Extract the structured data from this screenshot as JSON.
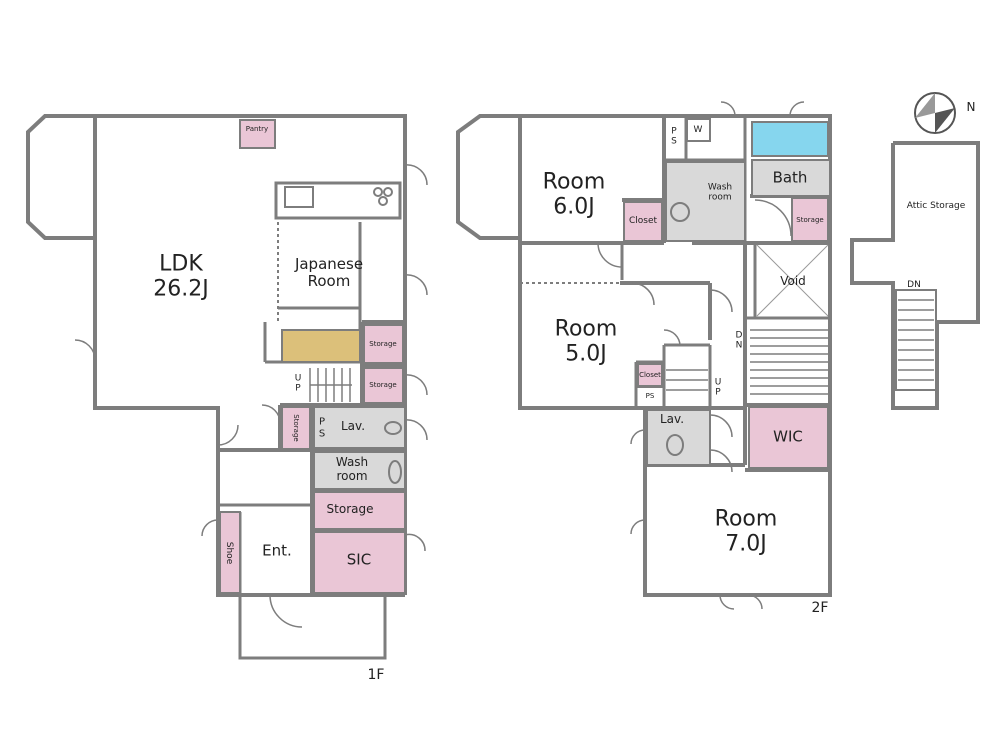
{
  "colors": {
    "wall": "#7d7d7d",
    "storage_fill": "#eac6d6",
    "wet_fill": "#d9d9d9",
    "tatami_fill": "#dcc07a",
    "bath_fill": "#86d6ee"
  },
  "compass": {
    "label": "N",
    "icon": "compass-icon"
  },
  "floor1": {
    "label": "1F",
    "rooms": {
      "ldk_name": "LDK",
      "ldk_size": "26.2J",
      "pantry": "Pantry",
      "japanese_line1": "Japanese",
      "japanese_line2": "Room",
      "storage_a": "Storage",
      "storage_b": "Storage",
      "storage_c": "Storage",
      "storage_d": "Storage",
      "ps": "P\nS",
      "lav": "Lav.",
      "wash_line1": "Wash",
      "wash_line2": "room",
      "entrance": "Ent.",
      "shoe": "Shoe",
      "sic": "SIC",
      "stairs_up": "U\nP"
    }
  },
  "floor2": {
    "label": "2F",
    "rooms": {
      "room6_name": "Room",
      "room6_size": "6.0J",
      "room5_name": "Room",
      "room5_size": "5.0J",
      "room7_name": "Room",
      "room7_size": "7.0J",
      "closet_a": "Closet",
      "closet_b": "Closet",
      "ps_a": "P\nS",
      "ps_b": "PS",
      "w": "W",
      "wash_line1": "Wash",
      "wash_line2": "room",
      "bath": "Bath",
      "storage": "Storage",
      "void": "Void",
      "dn": "D\nN",
      "up": "U\nP",
      "lav": "Lav.",
      "wic": "WIC"
    }
  },
  "attic": {
    "label": "Attic Storage",
    "dn": "DN"
  }
}
